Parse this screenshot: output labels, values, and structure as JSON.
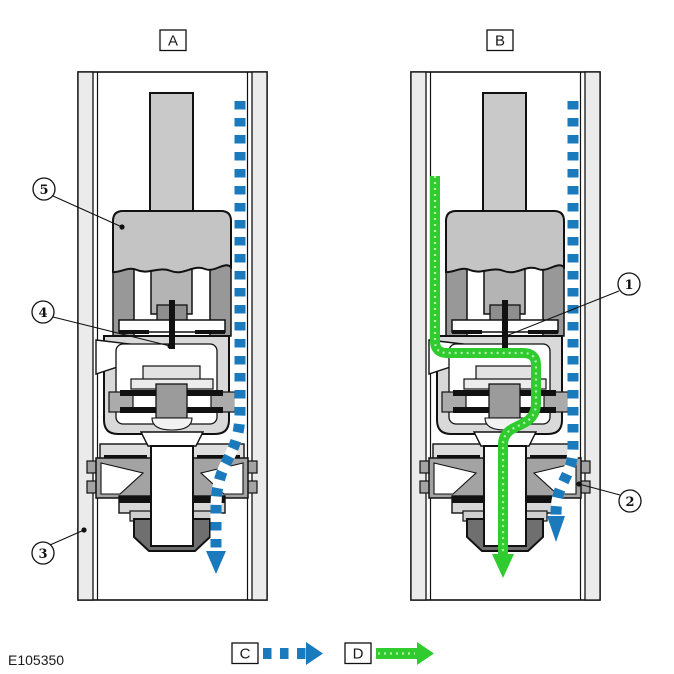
{
  "figure": {
    "code": "E105350"
  },
  "panels": {
    "a": {
      "label": "A"
    },
    "b": {
      "label": "B"
    }
  },
  "callouts": [
    {
      "number": "1"
    },
    {
      "number": "2"
    },
    {
      "number": "3"
    },
    {
      "number": "4"
    },
    {
      "number": "5"
    }
  ],
  "legend": {
    "items": [
      {
        "label": "C",
        "arrow": "blue-white-dashed-arrow"
      },
      {
        "label": "D",
        "arrow": "green-solid-arrow"
      }
    ]
  },
  "colors": {
    "flow_blue": "#1a7abc",
    "flow_green": "#2fcb2f",
    "flow_green_dots": "#b9f2ae"
  }
}
